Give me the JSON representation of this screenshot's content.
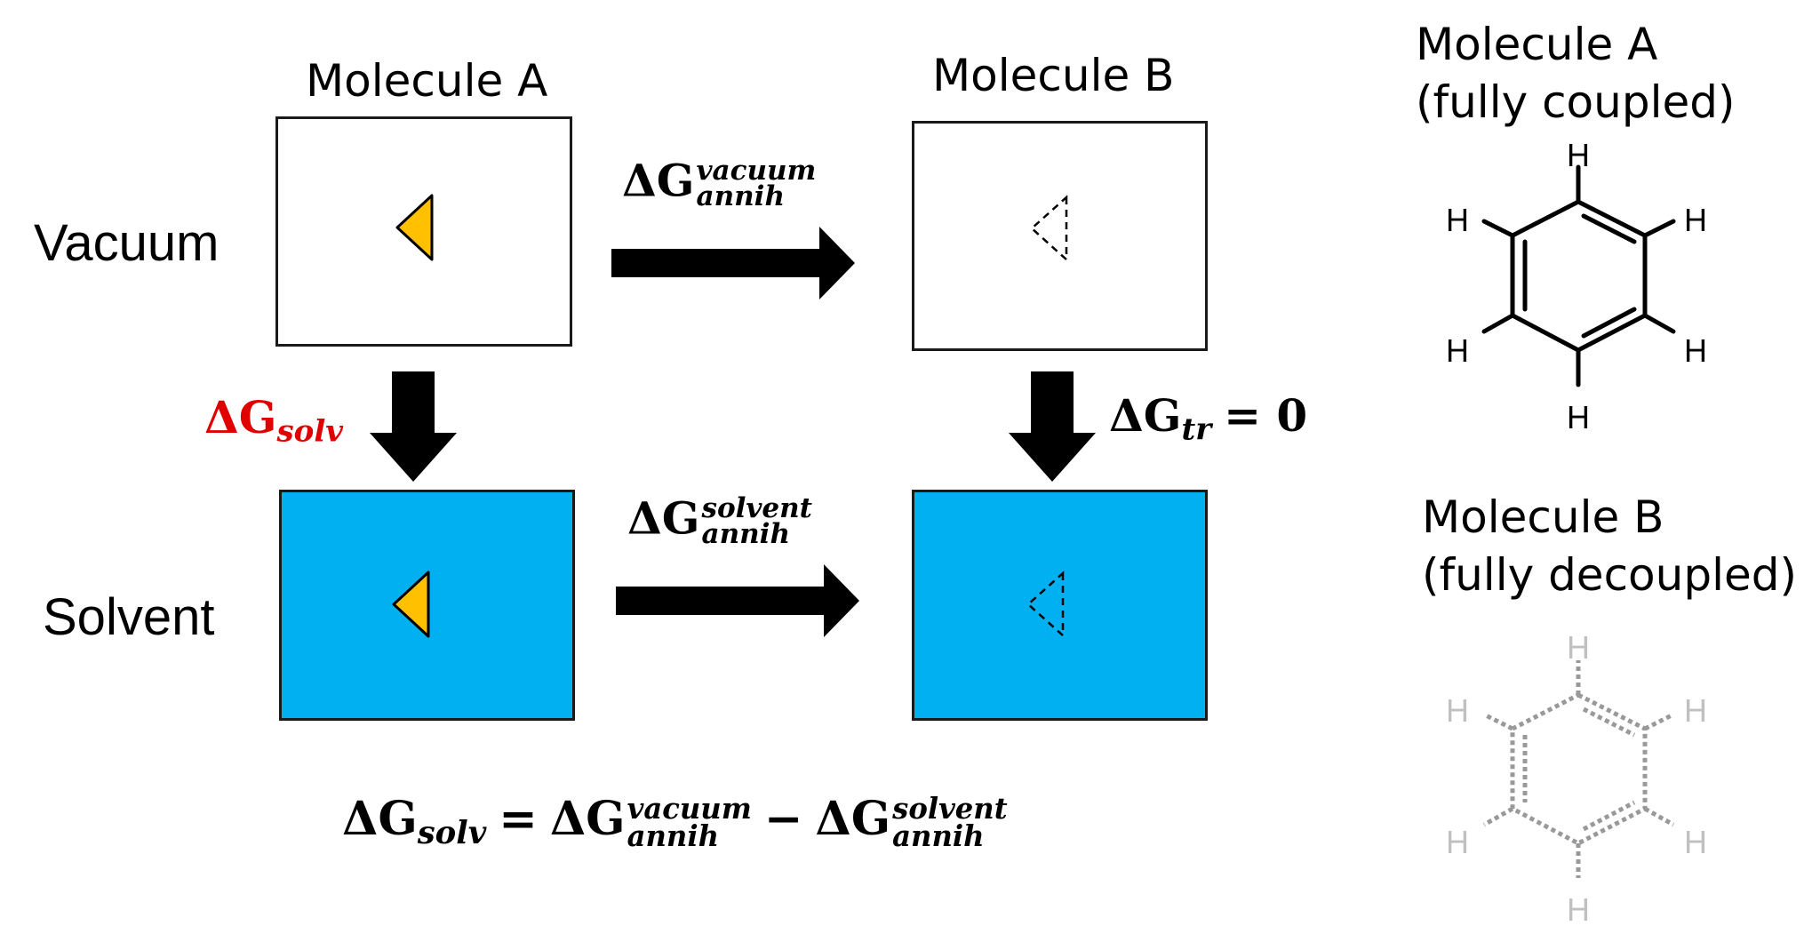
{
  "headers": {
    "molecule_a": "Molecule A",
    "molecule_b": "Molecule B"
  },
  "rows": {
    "vacuum": "Vacuum",
    "solvent": "Solvent"
  },
  "math": {
    "delta": "ΔG",
    "vacuum_annih": {
      "sup": "vacuum",
      "sub": "annih"
    },
    "solvent_annih": {
      "sup": "solvent",
      "sub": "annih"
    },
    "solv": {
      "sub": "solv"
    },
    "tr": {
      "sub": "tr",
      "rhs": "= 0"
    },
    "equation": {
      "lhs_sub": "solv",
      "eq": "=",
      "t1_sup": "vacuum",
      "t1_sub": "annih",
      "minus": "−",
      "t2_sup": "solvent",
      "t2_sub": "annih"
    }
  },
  "side": {
    "molecule_a_title": "Molecule A\n(fully coupled)",
    "molecule_b_title": "Molecule B\n(fully decoupled)",
    "atom_h": "H"
  },
  "colors": {
    "solvent_box": "#00b0f0",
    "molecule_triangle": "#ffc000",
    "solv_label": "#e00000",
    "decoupled": "#999999",
    "decoupled_h": "#c0c0c0"
  },
  "icons": {
    "coupled_molecule": "benzene-structure-icon",
    "decoupled_molecule": "dashed-benzene-structure-icon",
    "present_molecule": "triangle-icon",
    "annihilated_molecule": "dashed-triangle-icon",
    "arrows": "arrow-right / arrow-down"
  }
}
